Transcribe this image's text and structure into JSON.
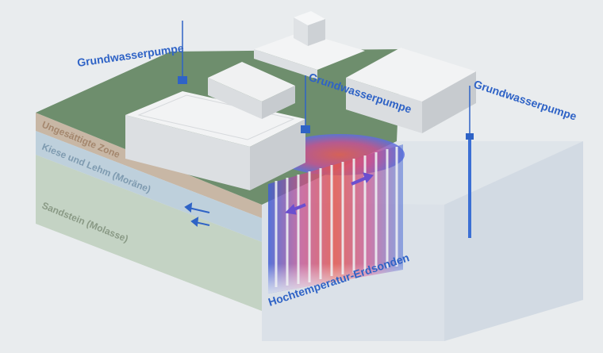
{
  "labels": {
    "pump_left": "Grundwasserpumpe",
    "pump_center": "Grundwasserpumpe",
    "pump_right": "Grundwasserpumpe",
    "probes": "Hochtemperatur-Erdsonden"
  },
  "layers": [
    {
      "name": "Ungesättigte Zone",
      "color": "#a4876e"
    },
    {
      "name": "Kiese und Lehm (Moräne)",
      "color": "#7f9bb0"
    },
    {
      "name": "Sandstein (Molasse)",
      "color": "#8a9a86"
    }
  ],
  "colors": {
    "accent_blue": "#2f63c6",
    "surface_green": "#6e8e6d",
    "warm_red": "#e2574f",
    "cold_blue": "#4a6fd8"
  }
}
